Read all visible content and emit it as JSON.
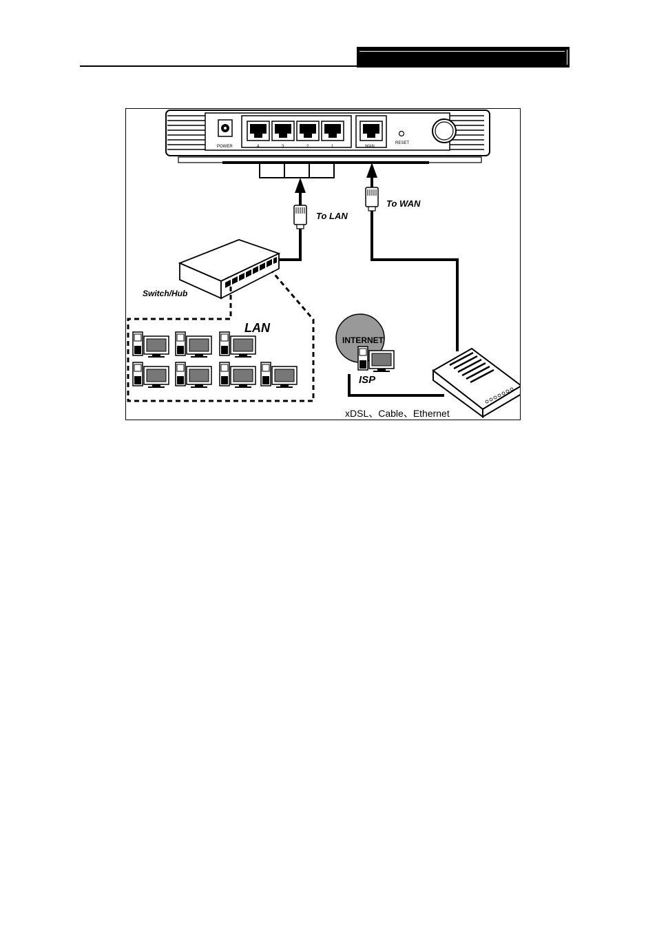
{
  "header": {
    "rule": true
  },
  "router": {
    "power_label": "POWER",
    "lan_ports": [
      "4",
      "3",
      "2",
      "1"
    ],
    "wan_label": "WAN",
    "reset_label": "RESET"
  },
  "labels": {
    "to_lan": "To LAN",
    "to_wan": "To WAN",
    "switch_hub": "Switch/Hub",
    "lan": "LAN",
    "internet": "INTERNET",
    "isp": "ISP",
    "connection_types": "xDSL、Cable、Ethernet"
  }
}
